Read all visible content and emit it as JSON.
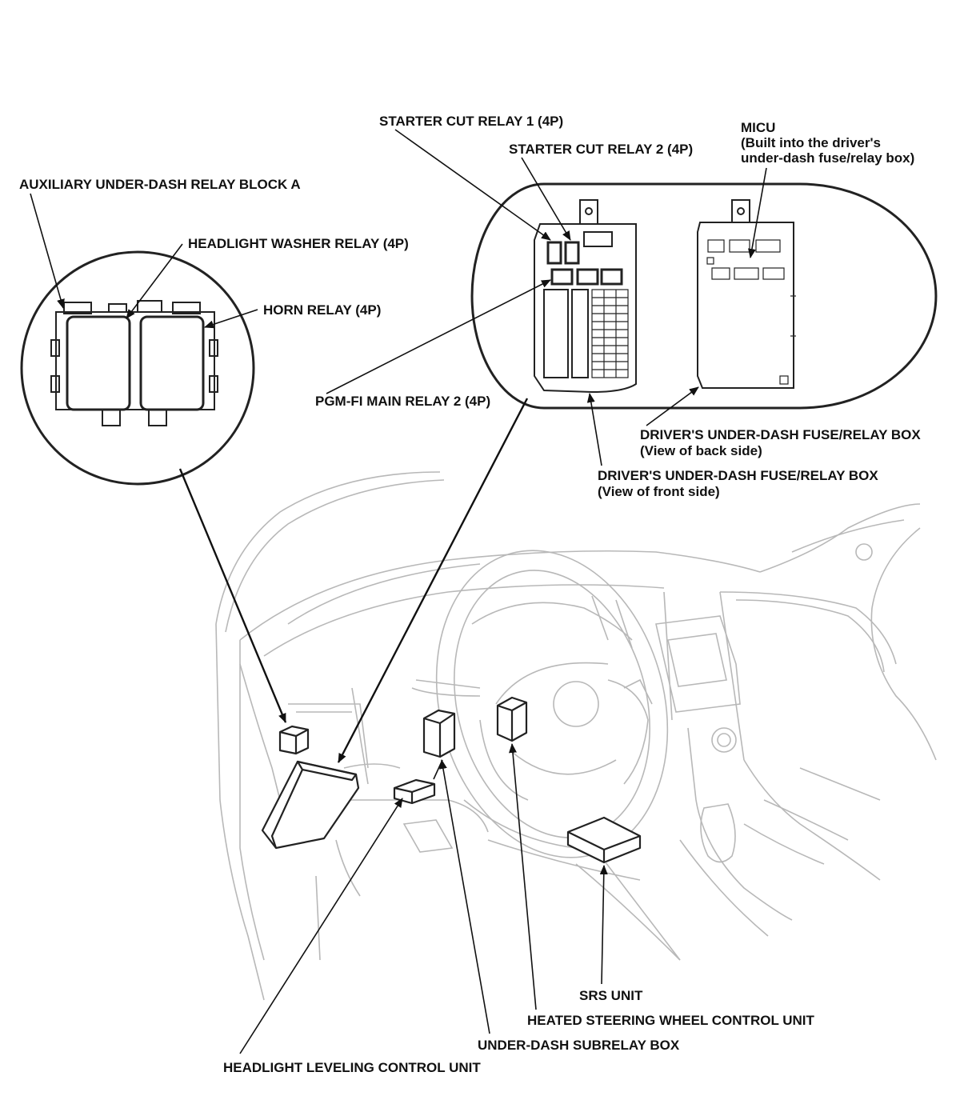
{
  "labels": {
    "starter_cut_relay_1": "STARTER CUT RELAY 1 (4P)",
    "starter_cut_relay_2": "STARTER CUT RELAY 2 (4P)",
    "micu_title": "MICU",
    "micu_note_1": "(Built into the driver's",
    "micu_note_2": "under-dash fuse/relay box)",
    "aux_relay_block": "AUXILIARY UNDER-DASH RELAY BLOCK A",
    "headlight_washer_relay": "HEADLIGHT WASHER RELAY (4P)",
    "horn_relay": "HORN RELAY (4P)",
    "pgm_fi_main_relay": "PGM-FI MAIN RELAY 2 (4P)",
    "fuse_box_back": "DRIVER'S UNDER-DASH FUSE/RELAY BOX",
    "fuse_box_back_view": "(View of back side)",
    "fuse_box_front": "DRIVER'S UNDER-DASH FUSE/RELAY BOX",
    "fuse_box_front_view": "(View of front side)",
    "srs_unit": "SRS UNIT",
    "heated_steering": "HEATED STEERING WHEEL CONTROL UNIT",
    "subrelay_box": "UNDER-DASH SUBRELAY BOX",
    "headlight_leveling": "HEADLIGHT LEVELING CONTROL UNIT"
  },
  "colors": {
    "line": "#111111",
    "car_outline": "#b8b8b8",
    "background": "#ffffff"
  }
}
